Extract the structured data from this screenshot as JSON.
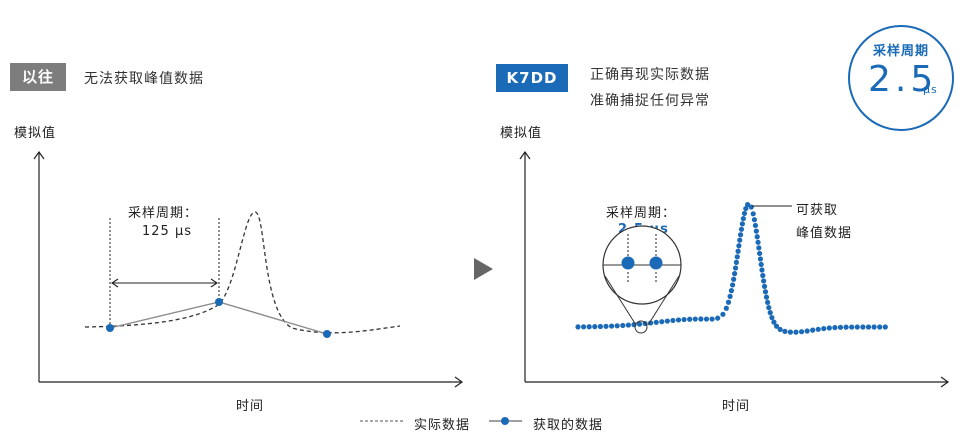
{
  "left_panel": {
    "tag": "以往",
    "description": "无法获取峰值数据",
    "y_label": "模拟值",
    "x_label": "时间",
    "period_label": "采样周期：",
    "period_value": "125 μs"
  },
  "right_panel": {
    "tag": "K7DD",
    "description_line1": "正确再现实际数据",
    "description_line2": "准确捕捉任何异常",
    "y_label": "模拟值",
    "x_label": "时间",
    "period_label": "采样周期：",
    "period_value": "2.5 μs",
    "peak_note_line1": "可获取",
    "peak_note_line2": "峰值数据"
  },
  "badge": {
    "label": "采样周期",
    "value": "2.5",
    "unit": "μs"
  },
  "legend": {
    "actual": "实际数据",
    "acquired": "获取的数据"
  },
  "colors": {
    "accent": "#1a6ab8",
    "old_tag": "#7d7d7d",
    "axis": "#222222",
    "sample_line": "#8c8c8c"
  }
}
